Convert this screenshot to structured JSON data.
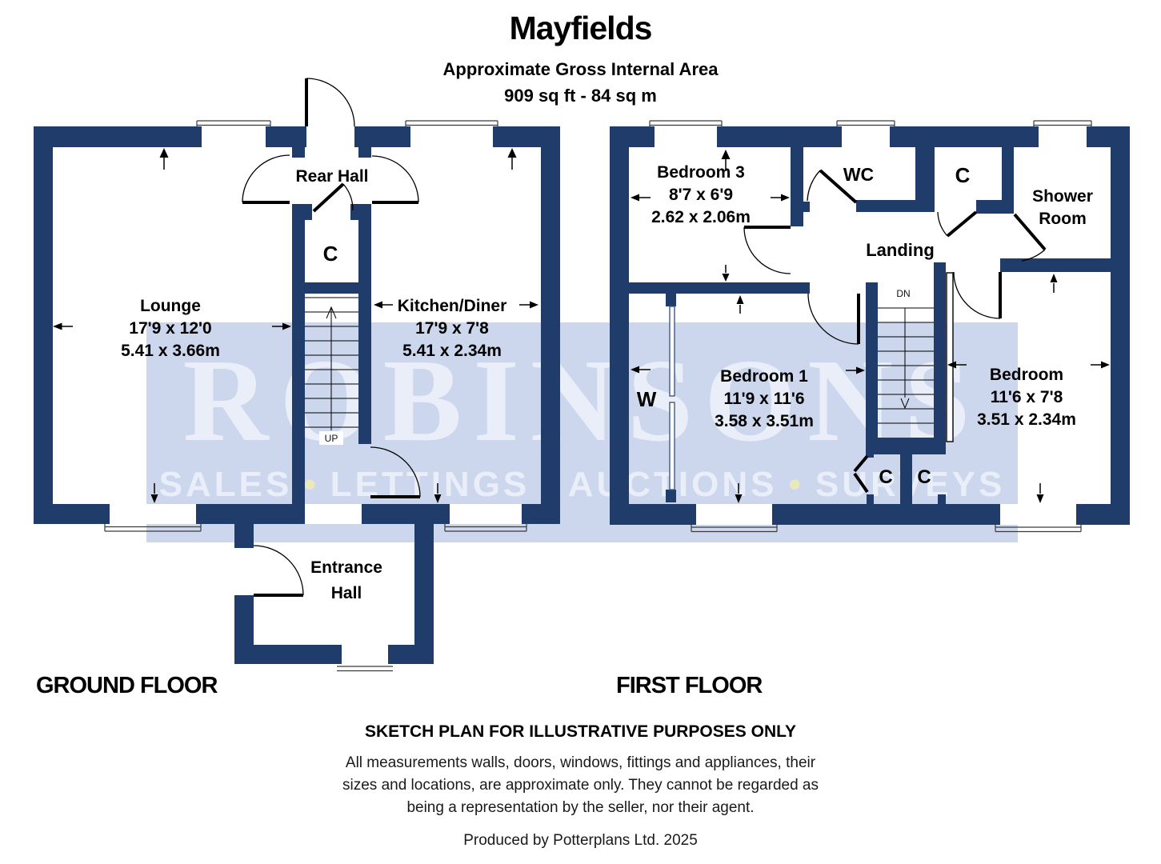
{
  "header": {
    "title": "Mayfields",
    "subtitle": "Approximate Gross Internal Area",
    "area": "909 sq ft - 84 sq m"
  },
  "floors": {
    "ground": {
      "label": "GROUND FLOOR",
      "rooms": {
        "rear_hall": "Rear Hall",
        "cupboard": "C",
        "lounge": {
          "name": "Lounge",
          "size_imperial": "17'9 x 12'0",
          "size_metric": "5.41 x 3.66m"
        },
        "kitchen_diner": {
          "name": "Kitchen/Diner",
          "size_imperial": "17'9 x 7'8",
          "size_metric": "5.41 x 2.34m"
        },
        "entrance_hall": {
          "line1": "Entrance",
          "line2": "Hall"
        },
        "stair_direction": "UP"
      }
    },
    "first": {
      "label": "FIRST FLOOR",
      "rooms": {
        "bedroom3": {
          "name": "Bedroom 3",
          "size_imperial": "8'7 x 6'9",
          "size_metric": "2.62 x 2.06m"
        },
        "wc": "WC",
        "cupboard_top": "C",
        "shower_room": {
          "line1": "Shower",
          "line2": "Room"
        },
        "landing": "Landing",
        "bedroom1": {
          "name": "Bedroom 1",
          "size_imperial": "11'9 x 11'6",
          "size_metric": "3.58 x 3.51m"
        },
        "bedroom2": {
          "name": "Bedroom",
          "size_imperial": "11'6 x 7'8",
          "size_metric": "3.51 x 2.34m"
        },
        "wardrobe": "W",
        "cupboard_left": "C",
        "cupboard_right": "C",
        "stair_direction": "DN"
      }
    }
  },
  "watermark": {
    "brand": "ROBINSONS",
    "services": [
      "SALES",
      "LETTINGS",
      "AUCTIONS",
      "SURVEYS"
    ],
    "separator": "•"
  },
  "footer": {
    "heading": "SKETCH PLAN FOR ILLUSTRATIVE PURPOSES ONLY",
    "disclaimer_lines": [
      "All measurements walls, doors, windows, fittings and appliances, their",
      "sizes and locations, are approximate only. They cannot be regarded as",
      "being a representation by the seller, nor their agent."
    ],
    "produced": "Produced by Potterplans Ltd. 2025"
  },
  "colors": {
    "wall": "#203c6b",
    "paper": "#ffffff",
    "ink": "#000000",
    "wm_bg": "#ccd7ee",
    "wm_text": "#e9eef8",
    "wm_dot": "#ece8bd"
  }
}
